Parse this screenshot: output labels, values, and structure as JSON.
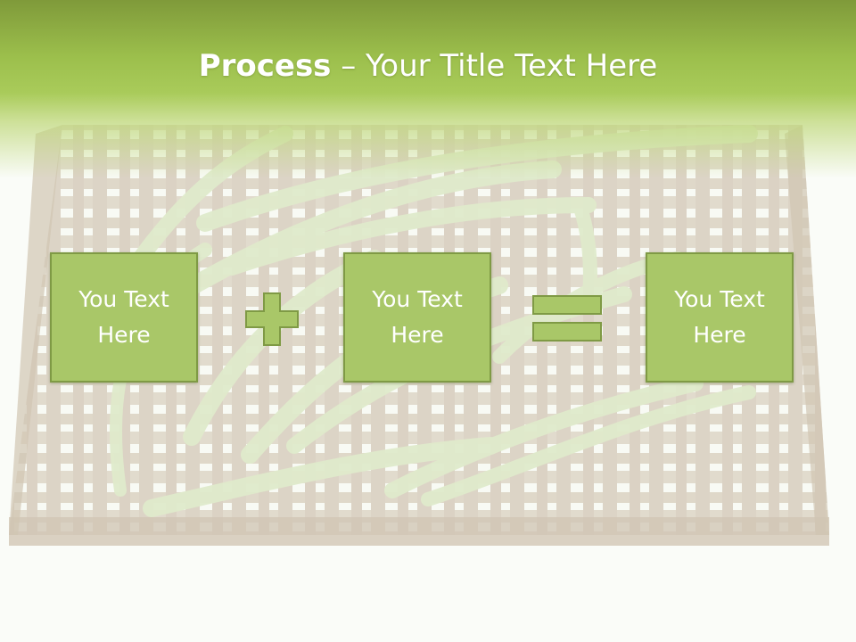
{
  "slide": {
    "title_bold": "Process",
    "title_rest": " – Your Title Text Here",
    "boxes": [
      {
        "text": "You Text Here"
      },
      {
        "text": "You Text Here"
      },
      {
        "text": "You Text Here"
      }
    ],
    "operators": [
      "plus-icon",
      "equals-icon"
    ],
    "colors": {
      "header_green": "#9cbf4c",
      "box_fill": "#a9c768",
      "box_border": "#7f9a45",
      "text": "#ffffff"
    },
    "background_image": "woven basket tray of green beans"
  }
}
